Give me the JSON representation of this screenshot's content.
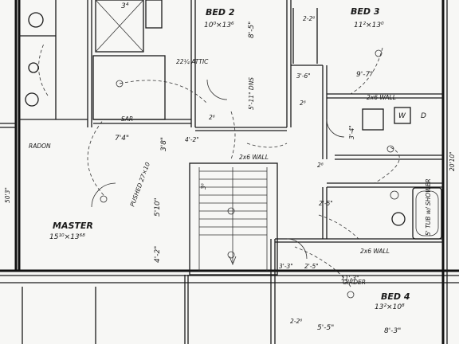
{
  "rooms": {
    "bed2": {
      "name": "BED 2",
      "size": "10⁰×13⁶"
    },
    "bed3": {
      "name": "BED 3",
      "size": "11²×13⁰"
    },
    "bed4": {
      "name": "BED 4",
      "size": "13²×10⁸"
    },
    "master": {
      "name": "MASTER",
      "size": "15¹⁰×13⁶⁸"
    }
  },
  "labels": {
    "attic": "22¼ ATTIC",
    "radon": "RADON",
    "sar_top": "SAR",
    "hall_2x6": "2x6 WALL",
    "wall_2x6_lower": "2x6 WALL",
    "wall_2x6_right": "2x6 WALL",
    "girder": "GIRDER",
    "tub": "5' TUB w/ SHOWER",
    "washer": "W",
    "dryer": "D",
    "step": "PUSHED 27×10"
  },
  "dims": {
    "d1": "3⁴",
    "d2": "8'-5\"",
    "d3": "2-2⁶",
    "d4": "5'-11\" DNS",
    "d5": "9'-7\"",
    "d6": "3'-6\"",
    "d7": "2⁶",
    "d8": "7'4\"",
    "d9": "3'8\"",
    "d10": "5'10\"",
    "d11": "4'-2\"",
    "d12": "2⁸",
    "d13": "3'-4\"",
    "d14": "3'-3\"",
    "d15": "2'-5\"",
    "d16": "11'-3\"",
    "d17": "5'-5\"",
    "d18": "8'-3\"",
    "d19": "2-2⁶",
    "d20": "20'10\"",
    "d21": "50'3\"",
    "d22": "2⁶",
    "d23": "4'-2\"",
    "d24": "2'-5\"",
    "d25": "3⁶"
  }
}
